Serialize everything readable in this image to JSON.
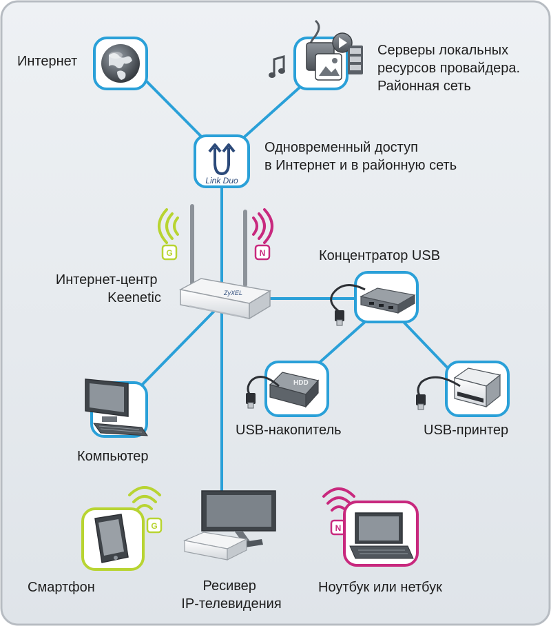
{
  "colors": {
    "link": "#2aa0d8",
    "node_border": "#2aa0d8",
    "background": "#e6eaee",
    "frame": "#b7bcc2",
    "wifi_g": "#b8d432",
    "wifi_n": "#c8297e",
    "text": "#1e1e1e"
  },
  "nodes": {
    "internet": {
      "label": "Интернет",
      "icon": "globe-icon"
    },
    "provider_servers": {
      "lines": [
        "Серверы локальных",
        "ресурсов провайдера.",
        "Районная сеть"
      ],
      "icon": "media-files-icon"
    },
    "link_duo": {
      "icon_text": "Link Duo",
      "lines": [
        "Одновременный доступ",
        "в Интернет и в районную сеть"
      ],
      "icon": "link-duo-icon"
    },
    "router": {
      "lines": [
        "Интернет-центр",
        "Keenetic"
      ],
      "brand_text": "ZyXEL",
      "icon": "router-icon"
    },
    "usb_hub": {
      "label": "Концентратор USB",
      "icon": "usb-hub-icon"
    },
    "usb_storage": {
      "label": "USB-накопитель",
      "device_text": "HDD",
      "icon": "hdd-icon"
    },
    "usb_printer": {
      "label": "USB-принтер",
      "icon": "printer-icon"
    },
    "computer": {
      "label": "Компьютер",
      "icon": "computer-icon"
    },
    "smartphone": {
      "label": "Смартфон",
      "icon": "smartphone-icon"
    },
    "iptv_receiver": {
      "lines": [
        "Ресивер",
        "IP-телевидения"
      ],
      "icon": "tv-receiver-icon"
    },
    "laptop": {
      "label": "Ноутбук или нетбук",
      "icon": "laptop-icon"
    }
  },
  "badges": {
    "router_g": "G",
    "router_n": "N",
    "smartphone_g": "G",
    "laptop_n": "N"
  }
}
